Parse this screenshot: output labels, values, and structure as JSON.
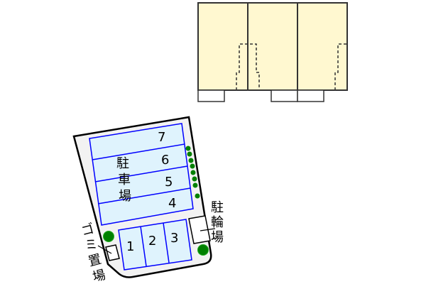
{
  "building": {
    "fill": "#fff8d0",
    "units": 3
  },
  "lot": {
    "fill": "#f2f2f2",
    "space_fill": "#dff3fd",
    "space_stroke": "#0000ff",
    "tree_color": "#008000"
  },
  "parking": {
    "vertical_label": [
      "駐",
      "車",
      "場"
    ],
    "upper_spaces": [
      "7",
      "6",
      "5",
      "4"
    ],
    "lower_spaces": [
      "1",
      "2",
      "3"
    ]
  },
  "bicycle_parking": {
    "label": [
      "駐",
      "輪",
      "場"
    ]
  },
  "garbage": {
    "label": [
      "ゴ",
      "ミ",
      "置",
      "場"
    ]
  }
}
